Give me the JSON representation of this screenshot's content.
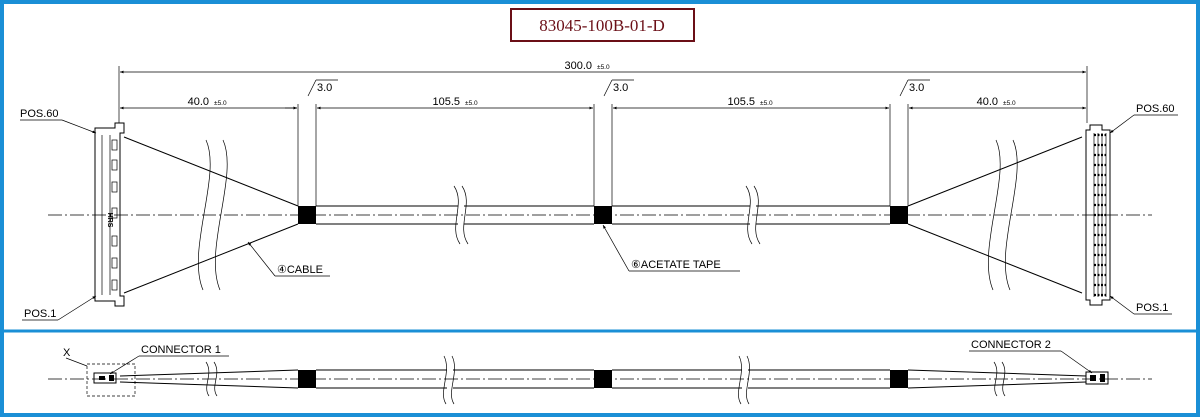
{
  "part_number": "83045-100B-01-D",
  "dimensions": {
    "overall": {
      "value": "300.0",
      "tol": "±5.0"
    },
    "left_segment": {
      "value": "40.0",
      "tol": "±5.0"
    },
    "middle_segment_1": {
      "value": "105.5",
      "tol": "±5.0"
    },
    "middle_segment_2": {
      "value": "105.5",
      "tol": "±5.0"
    },
    "right_segment": {
      "value": "40.0",
      "tol": "±5.0"
    },
    "tape_width": "3.0"
  },
  "labels": {
    "pos60_left": "POS.60",
    "pos1_left": "POS.1",
    "pos60_right": "POS.60",
    "pos1_right": "POS.1",
    "cable": "④CABLE",
    "acetate_tape": "⑥ACETATE TAPE",
    "connector1": "CONNECTOR 1",
    "connector2": "CONNECTOR 2",
    "view_x": "X",
    "connector_marking": "HRS"
  },
  "colors": {
    "frame": "#1a8fd6",
    "part_number": "#6b0f17",
    "tape": "#000000"
  }
}
